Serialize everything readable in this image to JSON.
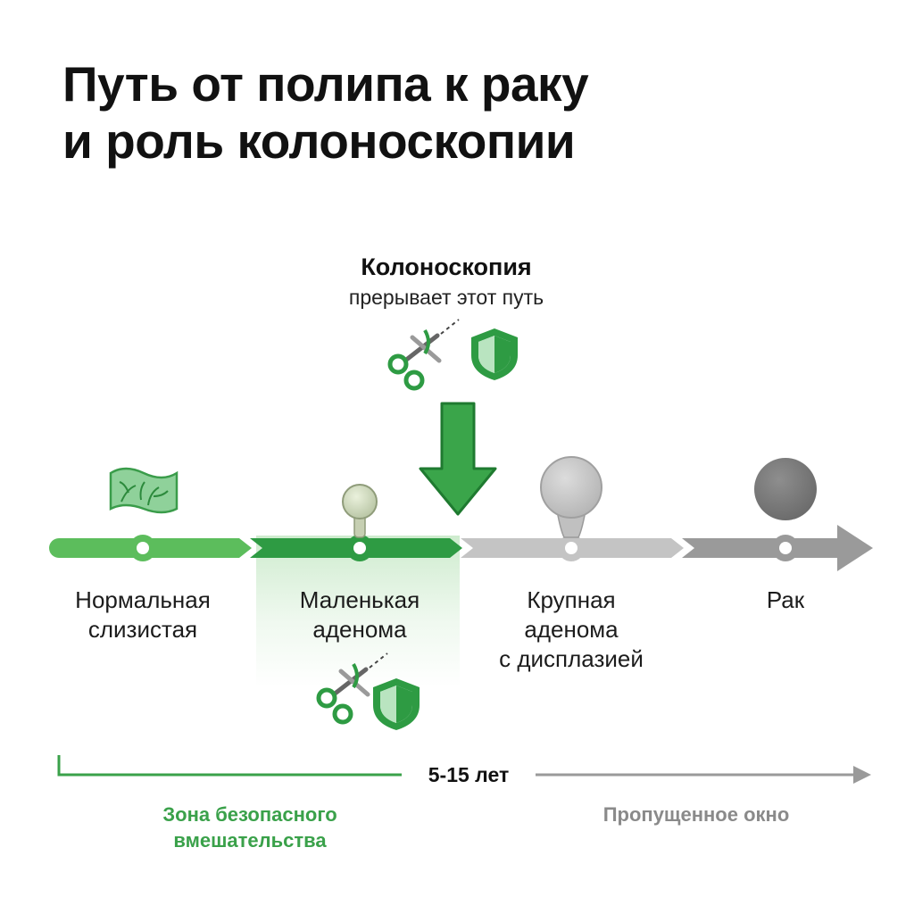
{
  "title": {
    "line1": "Путь от полипа к раку",
    "line2": "и роль колоноскопии"
  },
  "intervention": {
    "heading": "Колоноскопия",
    "subtext": "прерывает этот путь",
    "icons": [
      "scissors-icon",
      "shield-icon"
    ]
  },
  "stages": [
    {
      "label_lines": [
        "Нормальная",
        "слизистая"
      ],
      "icon": "mucosa-tissue-icon",
      "zone": "safe"
    },
    {
      "label_lines": [
        "Маленькая",
        "аденома"
      ],
      "icon": "small-polyp-icon",
      "zone": "safe"
    },
    {
      "label_lines": [
        "Крупная",
        "аденома",
        "с дисплазией"
      ],
      "icon": "large-polyp-icon",
      "zone": "missed"
    },
    {
      "label_lines": [
        "Рак"
      ],
      "icon": "tumor-icon",
      "zone": "missed"
    }
  ],
  "timeline": {
    "duration_label": "5-15 лет",
    "safe_zone_lines": [
      "Зона безопасного",
      "вмешательства"
    ],
    "missed_zone_label": "Пропущенное окно"
  },
  "colors": {
    "green_light": "#5cbd5c",
    "green_dark": "#2e9b43",
    "gray_light": "#c4c4c4",
    "gray_dark": "#9a9a9a",
    "safe_text": "#3aa14a",
    "missed_text": "#8a8a8a"
  }
}
